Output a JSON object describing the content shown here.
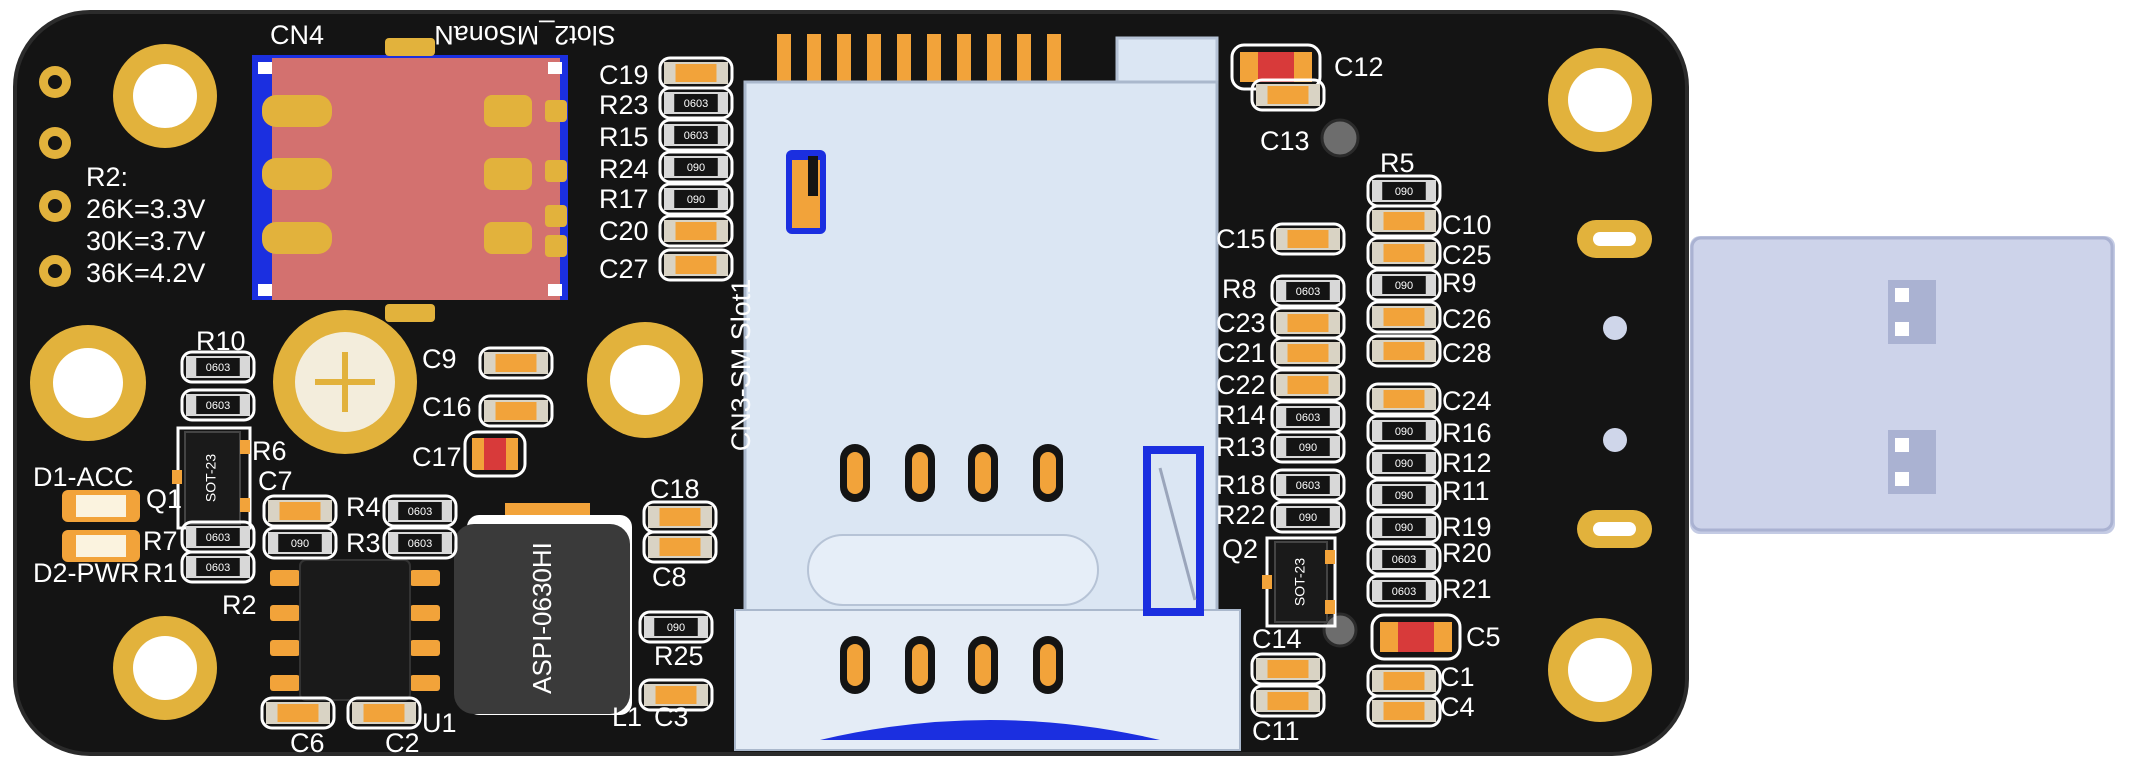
{
  "board": {
    "colors": {
      "pcb": "#141414",
      "silkscreen": "#ffffff",
      "gold": "#e2b23c",
      "copper_pad": "#f2a33a",
      "sim_holder": "#d3716f",
      "sim_frame": "#1b2fe0",
      "sd_slot": "#dbe6f3",
      "usb_plug": "#c9cfe6"
    },
    "connector_labels": {
      "cn4": "CN4",
      "slot2_mirrored": "Slot2_MSonaN",
      "cn3": "CN3-SM Slot1"
    },
    "notes": {
      "r2_title": "R2:",
      "r2_line1": "26K=3.3V",
      "r2_line2": "30K=3.7V",
      "r2_line3": "36K=4.2V"
    },
    "leds": {
      "d1": "D1-ACC",
      "d2": "D2-PWR"
    },
    "inductor_marking": "ASPI-0630HI",
    "sot23_marking": "SOT-23",
    "resistor_package": "0603",
    "resistor_package_flipped": "090",
    "labels": {
      "c19": "C19",
      "r23": "R23",
      "r15": "R15",
      "r24": "R24",
      "r17": "R17",
      "c20": "C20",
      "c27": "C27",
      "c12": "C12",
      "c13": "C13",
      "r5": "R5",
      "c10": "C10",
      "c25": "C25",
      "r9": "R9",
      "c26": "C26",
      "c28": "C28",
      "c24": "C24",
      "r16": "R16",
      "r12": "R12",
      "r11": "R11",
      "r19": "R19",
      "r20": "R20",
      "r21": "R21",
      "c15": "C15",
      "r8": "R8",
      "c23": "C23",
      "c21": "C21",
      "c22": "C22",
      "r14": "R14",
      "r13": "R13",
      "r18": "R18",
      "r22": "R22",
      "q2": "Q2",
      "c14": "C14",
      "c11": "C11",
      "c5": "C5",
      "c1": "C1",
      "c4": "C4",
      "r10": "R10",
      "r6": "R6",
      "q1": "Q1",
      "c7": "C7",
      "r4": "R4",
      "r3": "R3",
      "r7": "R7",
      "r1": "R1",
      "r2": "R2",
      "c6": "C6",
      "c2": "C2",
      "u1": "U1",
      "l1": "L1",
      "c3": "C3",
      "r25": "R25",
      "c8": "C8",
      "c18": "C18",
      "c9": "C9",
      "c16": "C16",
      "c17": "C17"
    }
  }
}
